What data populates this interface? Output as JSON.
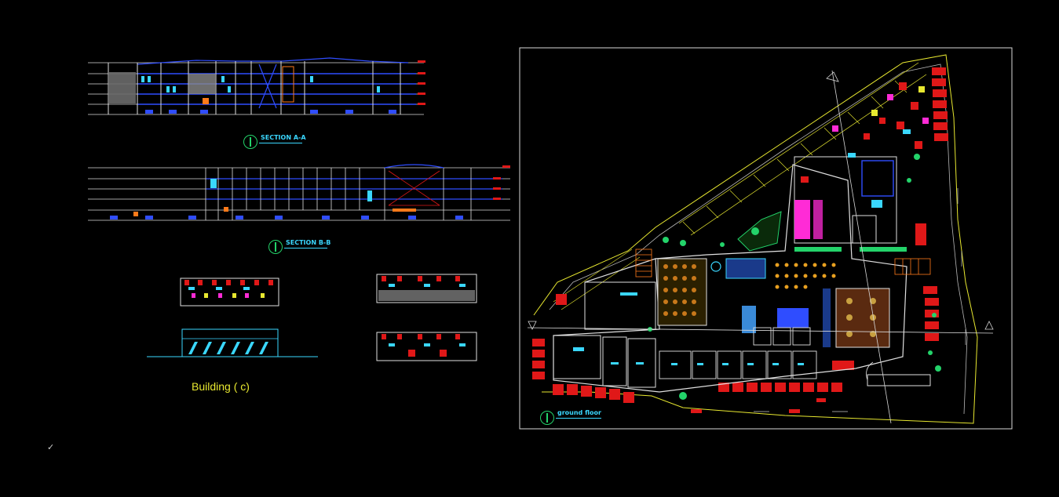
{
  "drawing": {
    "section_a_label": "SECTION A-A",
    "section_b_label": "SECTION B-B",
    "building_label": "Building ( c)",
    "plan_label": "ground floor",
    "cursor_glyph": "✓",
    "colors": {
      "background": "#000000",
      "cyan": "#3ad7ff",
      "yellow": "#e8e830",
      "red": "#e01818",
      "magenta": "#ff2bd6",
      "green": "#23d36a",
      "white": "#e0e0e0",
      "blue": "#2f4dff",
      "orange": "#ff7a1a"
    }
  }
}
